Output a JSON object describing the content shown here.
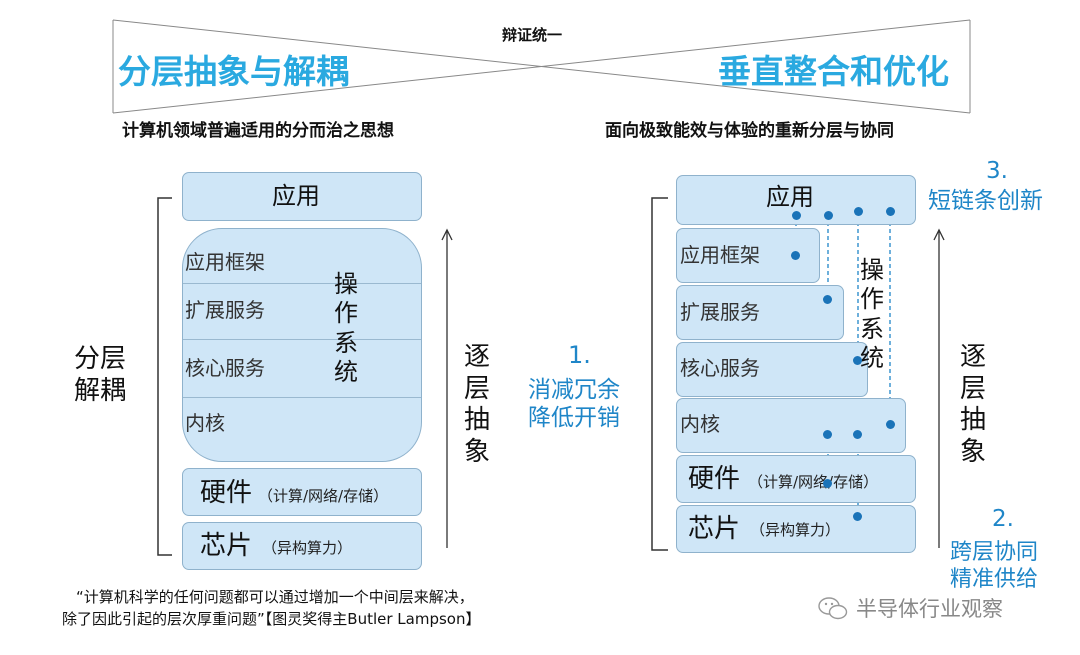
{
  "header": {
    "center": "辩证统一",
    "left_title": "分层抽象与解耦",
    "right_title": "垂直整合和优化",
    "left_subtitle": "计算机领域普遍适用的分而治之思想",
    "right_subtitle": "面向极致能效与体验的重新分层与协同"
  },
  "left": {
    "side_label": [
      "分层",
      "解耦"
    ],
    "arrow_label": [
      "逐",
      "层",
      "抽",
      "象"
    ],
    "app": "应用",
    "os_layers": [
      "应用框架",
      "扩展服务",
      "核心服务",
      "内核"
    ],
    "os_label": [
      "操",
      "作",
      "系",
      "统"
    ],
    "hardware": {
      "main": "硬件",
      "sub": "（计算/网络/存储）"
    },
    "chip": {
      "main": "芯片",
      "sub": "（异构算力）"
    }
  },
  "middle_note": {
    "number": "1.",
    "lines": [
      "消减冗余",
      "降低开销"
    ]
  },
  "right": {
    "app": "应用",
    "os_layers": [
      "应用框架",
      "扩展服务",
      "核心服务",
      "内核"
    ],
    "os_label": [
      "操",
      "作",
      "系",
      "统"
    ],
    "hardware": {
      "main": "硬件",
      "sub": "（计算/网络/存储）"
    },
    "chip": {
      "main": "芯片",
      "sub": "（异构算力）"
    },
    "arrow_label": [
      "逐",
      "层",
      "抽",
      "象"
    ],
    "note3": {
      "number": "3.",
      "line": "短链条创新"
    },
    "note2": {
      "number": "2.",
      "lines": [
        "跨层协同",
        "精准供给"
      ]
    }
  },
  "quote": {
    "line1": "“计算机科学的任何问题都可以通过增加一个中间层来解决，",
    "line2": "除了因此引起的层次厚重问题”【图灵奖得主Butler Lampson】"
  },
  "watermark": "半导体行业观察",
  "colors": {
    "box_fill": "#cfe6f7",
    "box_border": "#8fb2cc",
    "accent_blue": "#1f86c8",
    "title_cyan": "#2aa9e0"
  },
  "icons": [
    "wechat-logo-icon"
  ]
}
